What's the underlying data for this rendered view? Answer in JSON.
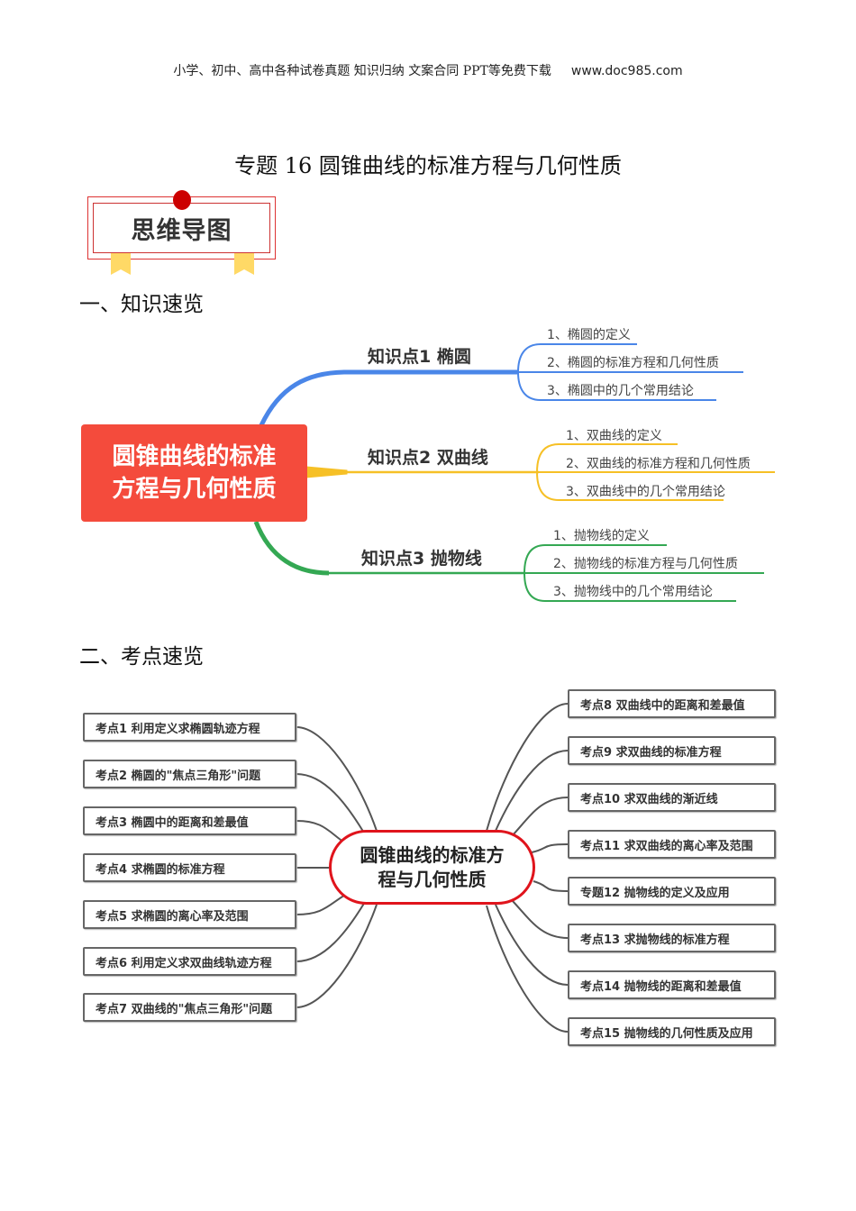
{
  "header": {
    "text": "小学、初中、高中各种试卷真题  知识归纳  文案合同  PPT等免费下载",
    "url": "www.doc985.com"
  },
  "title": "专题 16  圆锥曲线的标准方程与几何性质",
  "badge": "思维导图",
  "section1": {
    "heading": "一、知识速览",
    "root": "圆锥曲线的标准方程与几何性质",
    "branches": [
      {
        "label": "知识点1  椭圆",
        "color": "#4a86e8",
        "items": [
          "1、椭圆的定义",
          "2、椭圆的标准方程和几何性质",
          "3、椭圆中的几个常用结论"
        ]
      },
      {
        "label": "知识点2  双曲线",
        "color": "#f6c026",
        "items": [
          "1、双曲线的定义",
          "2、双曲线的标准方程和几何性质",
          "3、双曲线中的几个常用结论"
        ]
      },
      {
        "label": "知识点3  抛物线",
        "color": "#34a853",
        "items": [
          "1、抛物线的定义",
          "2、抛物线的标准方程与几何性质",
          "3、抛物线中的几个常用结论"
        ]
      }
    ]
  },
  "section2": {
    "heading": "二、考点速览",
    "root": "圆锥曲线的标准方程与几何性质",
    "left": [
      "考点1  利用定义求椭圆轨迹方程",
      "考点2  椭圆的\"焦点三角形\"问题",
      "考点3  椭圆中的距离和差最值",
      "考点4  求椭圆的标准方程",
      "考点5  求椭圆的离心率及范围",
      "考点6  利用定义求双曲线轨迹方程",
      "考点7  双曲线的\"焦点三角形\"问题"
    ],
    "right": [
      "考点8  双曲线中的距离和差最值",
      "考点9  求双曲线的标准方程",
      "考点10  求双曲线的渐近线",
      "考点11  求双曲线的离心率及范围",
      "专题12  抛物线的定义及应用",
      "考点13  求抛物线的标准方程",
      "考点14  抛物线的距离和差最值",
      "考点15  抛物线的几何性质及应用"
    ]
  }
}
